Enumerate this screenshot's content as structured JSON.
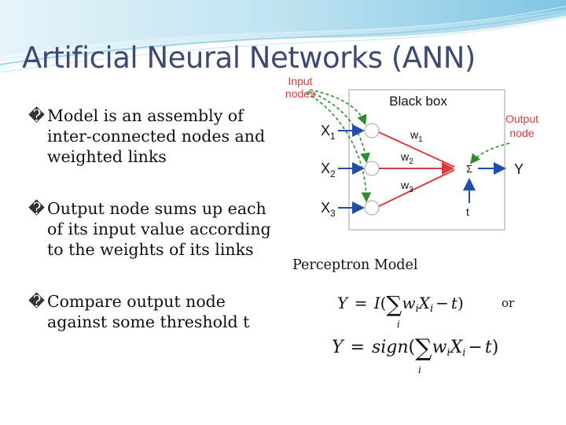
{
  "slide": {
    "title": "Artificial Neural Networks (ANN)",
    "bullets": [
      {
        "marker": "�",
        "text": "Model is an assembly of inter-connected nodes and weighted links"
      },
      {
        "marker": "�",
        "text": "Output node sums up each of its input value according to the weights of its links"
      },
      {
        "marker": "�",
        "text": "Compare output node against some threshold t"
      }
    ],
    "caption": "Perceptron Model",
    "or_label": "or"
  },
  "diagram": {
    "input_label_line1": "Input",
    "input_label_line2": "nodes",
    "box_label": "Black box",
    "output_label_line1": "Output",
    "output_label_line2": "node",
    "x_base": "X",
    "x_subs": [
      "1",
      "2",
      "3"
    ],
    "w_base": "w",
    "w_subs": [
      "1",
      "2",
      "3"
    ],
    "sum_symbol": "Σ",
    "output_symbol": "Y",
    "threshold_symbol": "t",
    "accent_color": "#d93b3b",
    "arrow_green": "#2e8b2e",
    "arrow_blue": "#1f4fa8"
  },
  "equations": {
    "eq1": {
      "lhs": "Y",
      "eq": "=",
      "func": "I",
      "open": "(",
      "sum": "∑",
      "w": "w",
      "i1": "i",
      "x": "X",
      "i2": "i",
      "minus": "−",
      "t": "t",
      "close": ")",
      "sub": "i"
    },
    "eq2": {
      "lhs": "Y",
      "eq": "=",
      "func": "sign",
      "open": "(",
      "sum": "∑",
      "w": "w",
      "i1": "i",
      "x": "X",
      "i2": "i",
      "minus": "−",
      "t": "t",
      "close": ")",
      "sub": "i"
    }
  }
}
